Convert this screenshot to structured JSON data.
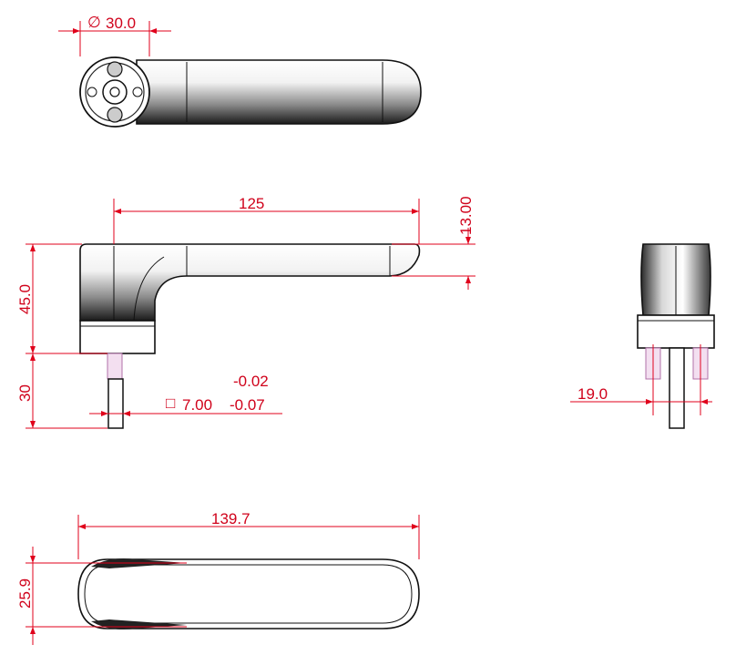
{
  "dimensions": {
    "diameter": "30.0",
    "length_top": "125",
    "tip_height": "13.00",
    "body_height": "45.0",
    "spindle_length": "30",
    "tol_upper": "-0.02",
    "square_size": "7.00",
    "tol_lower": "-0.07",
    "pin_spacing": "19.0",
    "overall_length": "139.7",
    "width": "25.9"
  },
  "symbols": {
    "diameter": "∅",
    "square": "□"
  },
  "colors": {
    "dimension": "#d0021b",
    "outline": "#111111",
    "pin": "#f3dff0"
  }
}
